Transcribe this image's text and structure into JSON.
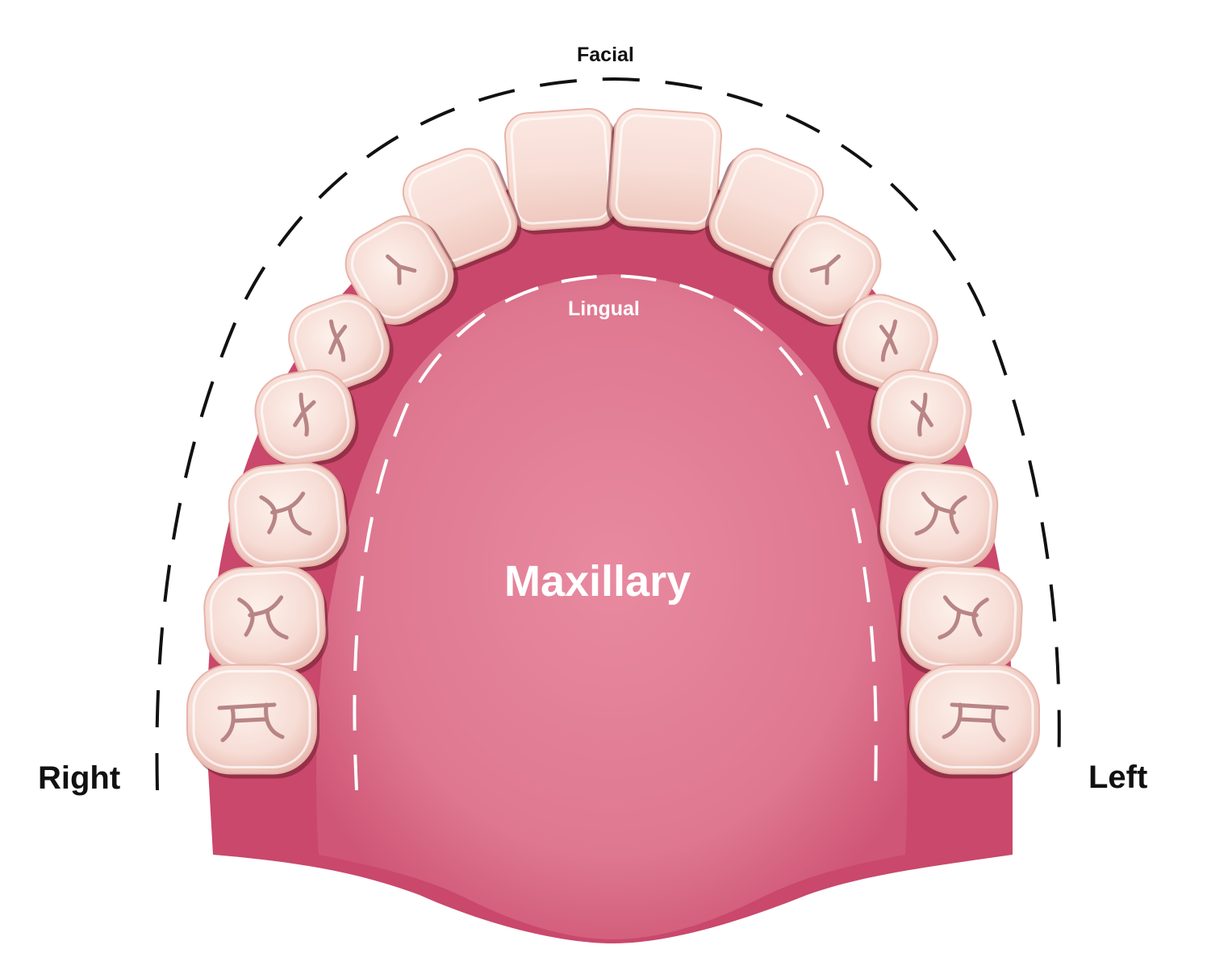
{
  "labels": {
    "facial": "Facial",
    "lingual": "Lingual",
    "arch": "Maxillary",
    "right": "Right",
    "left": "Left"
  },
  "colors": {
    "gum": "#c9486b",
    "gum_dark": "#b73a5a",
    "palate_center": "#e88aa0",
    "palate_edge": "#cf5676",
    "tooth_light": "#fcebe5",
    "tooth_shade": "#f0c9c0",
    "tooth_outline": "#a23a4e",
    "fissure": "#b88585",
    "facial_dash": "#111111",
    "lingual_dash": "#ffffff"
  },
  "teeth": {
    "right": [
      "central-incisor",
      "lateral-incisor",
      "canine",
      "first-premolar",
      "second-premolar",
      "first-molar",
      "second-molar",
      "third-molar"
    ],
    "left": [
      "central-incisor",
      "lateral-incisor",
      "canine",
      "first-premolar",
      "second-premolar",
      "first-molar",
      "second-molar",
      "third-molar"
    ]
  }
}
